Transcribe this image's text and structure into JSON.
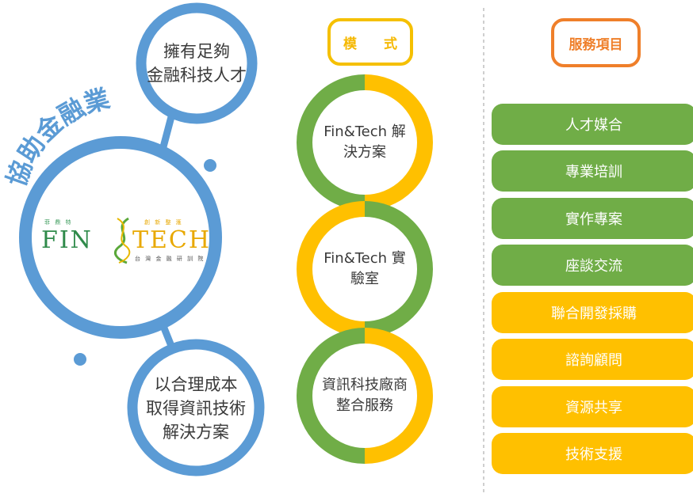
{
  "colors": {
    "blue": "#5b9bd5",
    "green": "#70ad47",
    "yellow": "#ffc000",
    "orange": "#ed7d31",
    "text": "#3a3a3a"
  },
  "left": {
    "arc_title": "協助金融業",
    "top_circle": "擁有足夠\n金融科技人才",
    "bottom_circle": "以合理成本\n取得資訊技術\n解決方案",
    "logo": {
      "left_small": "菲 鼎 特",
      "right_small": "創 新 整 滙",
      "fin": "FIN",
      "tech": "TECH",
      "sub": "台 灣 金 融 研 訓 院"
    }
  },
  "middle": {
    "header": "模　　式",
    "circles": [
      {
        "text": "Fin&Tech 解\n決方案"
      },
      {
        "text": "Fin&Tech 實\n驗室"
      },
      {
        "text": "資訊科技廠商\n整合服務"
      }
    ]
  },
  "right": {
    "header": "服務項目",
    "items": [
      {
        "label": "人才媒合",
        "color": "green"
      },
      {
        "label": "專業培訓",
        "color": "green"
      },
      {
        "label": "實作專案",
        "color": "green"
      },
      {
        "label": "座談交流",
        "color": "green"
      },
      {
        "label": "聯合開發採購",
        "color": "yellow"
      },
      {
        "label": "諮詢顧問",
        "color": "yellow"
      },
      {
        "label": "資源共享",
        "color": "yellow"
      },
      {
        "label": "技術支援",
        "color": "yellow"
      }
    ]
  }
}
